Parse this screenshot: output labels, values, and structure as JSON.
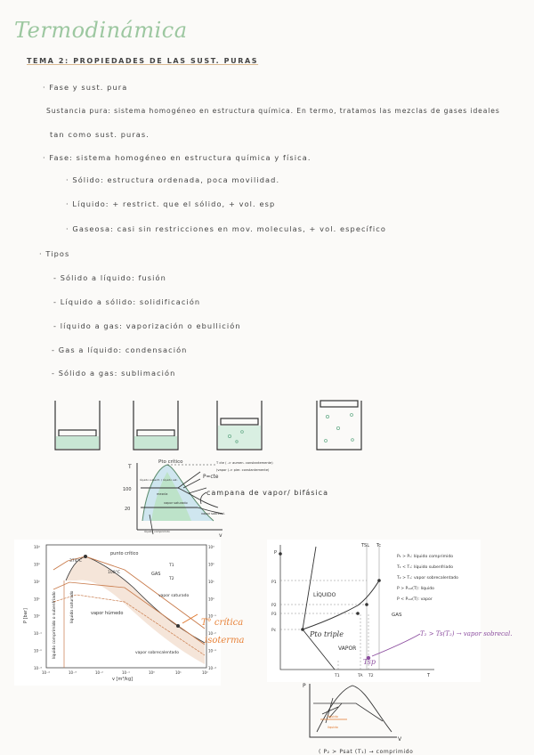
{
  "title": "Termodinámica",
  "heading": "TEMA 2: PROPIEDADES DE LAS SUST. PURAS",
  "lines": [
    "· Fase y sust. pura",
    "Sustancia pura: sistema homogéneo en estructura química. En termo, tratamos las mezclas de gases ideales",
    "tan como sust. puras.",
    "· Fase: sistema homogéneo en estructura química y física.",
    "· Sólido: estructura ordenada, poca movilidad.",
    "· Líquido: + restrict. que el sólido, + vol. esp",
    "· Gaseosa: casi sin restricciones en mov. moleculas, + vol. específico",
    "· Tipos",
    "- Sólido a líquido: fusión",
    "- Líquido a sólido: solidificación",
    "- líquido a gas: vaporización o ebullición",
    "- Gas a líquido: condensación",
    "- Sólido a gas: sublimación"
  ],
  "sketch": {
    "peak": "Pto crítico",
    "note1": "T cte ( -> aumen. constantemente)",
    "note2": "(vapor (-> pier. constantemente)",
    "p_label": "P=cte",
    "campana": "campana de vapor/ bifásica",
    "t100": "100",
    "t20": "20",
    "left_region": "líquido subenfr. / líquido sat.",
    "mixture": "mezcla",
    "vapor_sat": "vapor saturado",
    "vapor_sob": "vapor sobrecal.",
    "bottom": "líquido comprimido",
    "axis_t": "T",
    "axis_v": "v"
  },
  "chart_left": {
    "y_axis_title": "P [bar]",
    "x_axis_title": "v [m³/kg]",
    "x_ticks": [
      "10⁻⁴",
      "10⁻³",
      "10⁻²",
      "10⁻¹",
      "10⁰",
      "10¹",
      "10²"
    ],
    "y_ticks_left": [
      "10⁴",
      "10³",
      "10²",
      "10¹",
      "10⁰",
      "10⁻¹",
      "10⁻²",
      "10⁻³"
    ],
    "y_ticks_right": [
      "10³",
      "10²",
      "10¹",
      "10⁰",
      "10⁻¹",
      "10⁻²",
      "10⁻³",
      "10⁻⁴"
    ],
    "punto_critico": "punto crítico",
    "temp1": "374°C",
    "temp2": "100°C",
    "gas": "GAS",
    "t1": "T1",
    "t2": "T2",
    "region_left": "líquido comprimido o subenfriado",
    "region_sat": "líquido saturado",
    "vapor_humedo": "vapor húmedo",
    "vapor_saturado": "vapor saturado",
    "vapor_sobre": "vapor sobrecalentado",
    "critica": "T° crítica",
    "isoterma": "isoterma"
  },
  "chart_right": {
    "p_axis": "P",
    "t_axis": "T",
    "tc": "Tc",
    "tsl": "TSL",
    "p1": "P1",
    "p2": "P2",
    "p3": "P3",
    "pc": "Pc",
    "tp1": "T1",
    "tp2": "T2",
    "tp3": "TA",
    "liquido": "LÍQUIDO",
    "vapor": "VAPOR",
    "gas": "GAS",
    "pto_triple": "Pto triple",
    "tsp": "Tsp",
    "legend": [
      "P₁ > Pₛ: líquido comprimido",
      "T₁ < Tₛ: líquido subenfriado",
      "T₂ > Tₛ: vapor sobrecalentado",
      "P > Pₛₐₜ(T): líquido",
      "P < Pₛₐₜ(T): vapor"
    ],
    "note": "T₂ > Ts(T₂) → vapor sobrecal."
  },
  "bottom_sketch": {
    "axis_p": "P",
    "axis_v": "V",
    "label": "líquido",
    "label2": "líquido",
    "caption": "( P₂ > Psat (T₁) → comprimido"
  }
}
